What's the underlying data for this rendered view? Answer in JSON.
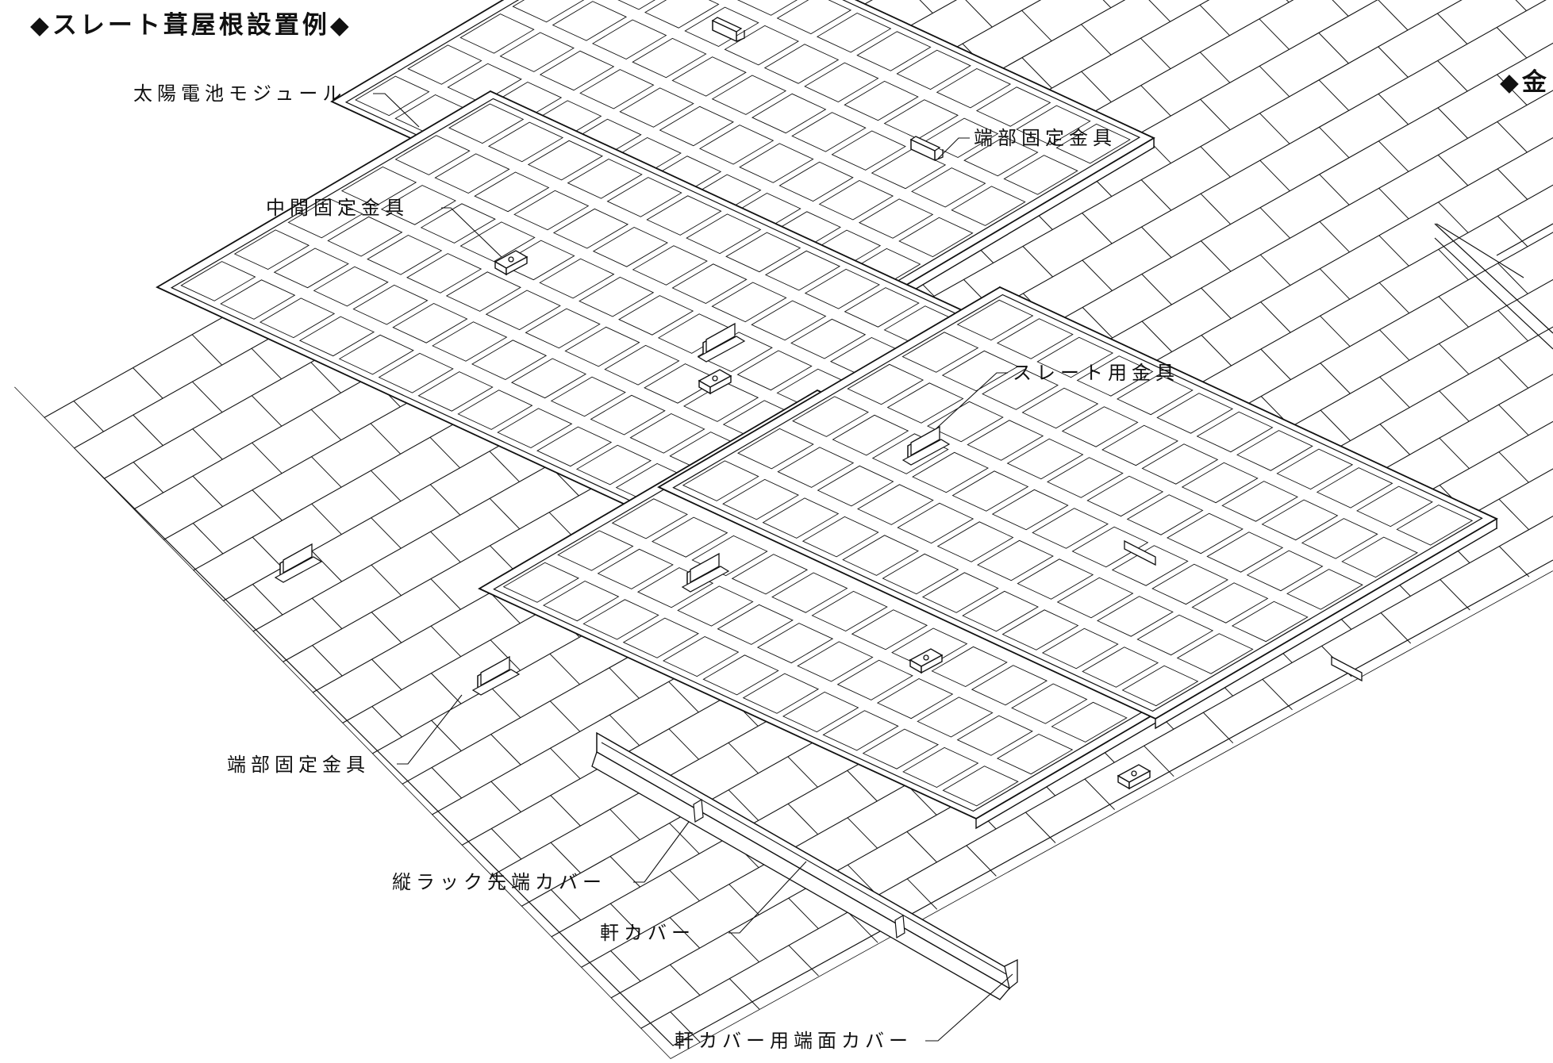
{
  "diagram": {
    "title_left": "◆スレート葺屋根設置例◆",
    "title_right_partial": "◆金",
    "labels": {
      "solar_module": "太陽電池モジュール",
      "end_clamp_top": "端部固定金具",
      "middle_clamp": "中間固定金具",
      "slate_bracket": "スレート用金具",
      "end_clamp_bottom": "端部固定金具",
      "rail_end_cover": "縦ラック先端カバー",
      "eave_cover": "軒カバー",
      "eave_cover_end_cap": "軒カバー用端面カバー"
    }
  }
}
